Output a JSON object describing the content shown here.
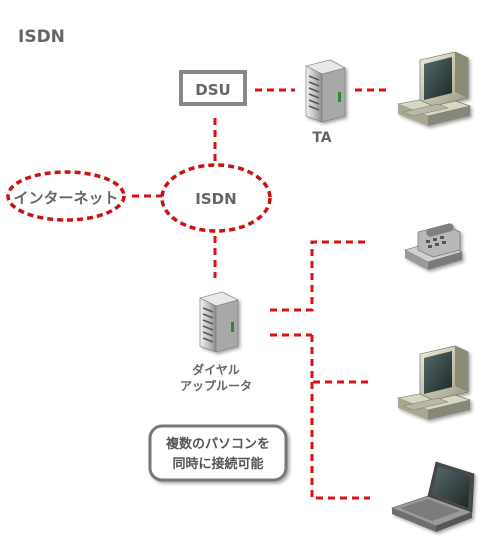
{
  "title": "ISDN",
  "nodes": {
    "dsu": "DSU",
    "ta": "TA",
    "isdn": "ISDN",
    "internet": "インターネット",
    "router_line1": "ダイヤル",
    "router_line2": "アップルータ"
  },
  "note": {
    "line1": "複数のパソコンを",
    "line2": "同時に接続可能"
  },
  "colors": {
    "dashed_line": "#dd1111",
    "label_gray": "#666666",
    "box_border": "#888888",
    "device_metal": "#c8c8c8",
    "monitor_screen": "#2e3a3a"
  },
  "icons": [
    "computer-icon",
    "ta-device-icon",
    "router-device-icon",
    "phone-icon",
    "laptop-icon"
  ]
}
